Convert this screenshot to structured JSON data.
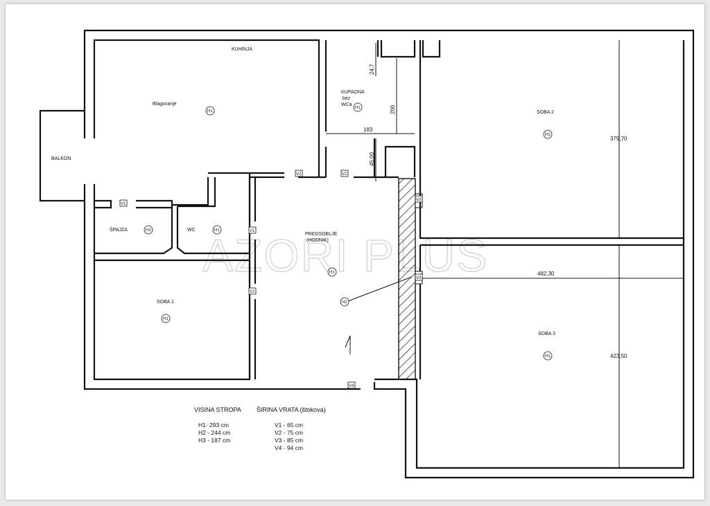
{
  "watermark": "AZORI PLUS",
  "rooms": {
    "kuhinja": "KUHINJA",
    "blagovanje": "Blagovanje",
    "balkon": "BALKON",
    "kupaona_1": "KUPAONA",
    "kupaona_2": "bez",
    "kupaona_3": "WCa",
    "soba2": "SOBA 2",
    "soba3": "SOBA 3",
    "soba1": "SOBA 1",
    "spajza": "ŠPAJZA",
    "wc": "WC",
    "predsoblje_1": "PREDSOBLJE",
    "predsoblje_2": "(HODNIK)"
  },
  "dimensions": {
    "d247": "24,7",
    "d200": "200",
    "d183": "183",
    "d4500": "45,00",
    "d37970": "379,70",
    "d48230": "482,30",
    "d42350": "423,50"
  },
  "door_tags": {
    "v2": "V2",
    "v1": "V1",
    "v3": "V3",
    "v4": "V4"
  },
  "height_tags": {
    "h1": "H1",
    "h2": "H2",
    "h3": "H3"
  },
  "legend": {
    "ceiling_title": "VISINA STROPA",
    "ceiling_items": [
      "H1- 293 cm",
      "H2 - 244 cm",
      "H3 - 187 cm"
    ],
    "doors_title": "ŠIRINA VRATA (štokova)",
    "door_items": [
      "V1 - 65 cm",
      "V2 - 75 cm",
      "V3 - 85 cm",
      "V4 - 94 cm"
    ]
  }
}
